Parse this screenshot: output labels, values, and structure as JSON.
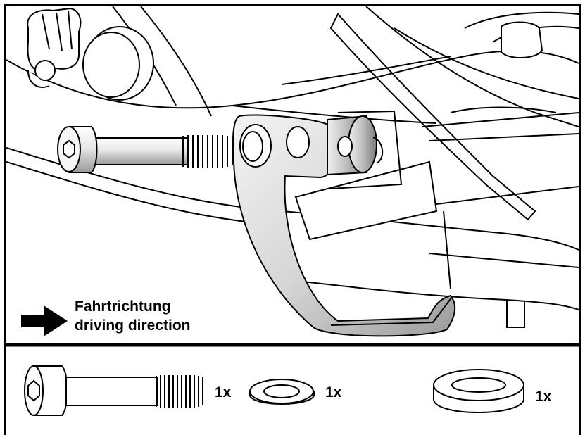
{
  "direction_label": {
    "german": "Fahrtrichtung",
    "english": "driving direction"
  },
  "parts_list": [
    {
      "part": "socket-head-bolt",
      "quantity": "1x"
    },
    {
      "part": "flat-washer",
      "quantity": "1x"
    },
    {
      "part": "spacer-ring",
      "quantity": "1x"
    }
  ],
  "colors": {
    "line": "#000000",
    "background": "#ffffff",
    "metal_light": "#f2f2f2",
    "metal_dark": "#a8a8a8"
  }
}
